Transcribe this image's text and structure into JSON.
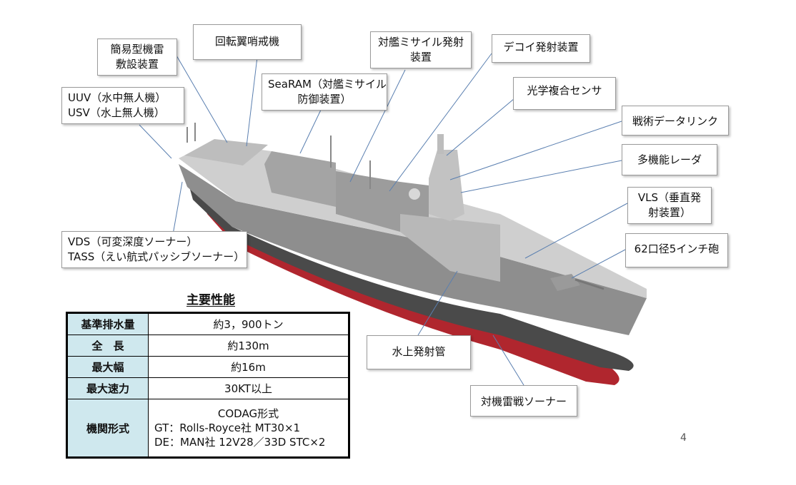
{
  "callouts": {
    "mine": [
      "簡易型機雷",
      "敷設装置"
    ],
    "heli": [
      "回転翼哨戒機"
    ],
    "asm": [
      "対艦ミサイル発射",
      "装置"
    ],
    "decoy": [
      "デコイ発射装置"
    ],
    "searam": [
      "SeaRAM（対艦ミサイル",
      "防御装置）"
    ],
    "uuv": [
      "UUV（水中無人機）",
      "USV（水上無人機）"
    ],
    "optical": [
      "光学複合センサ"
    ],
    "datalink": [
      "戦術データリンク"
    ],
    "radar": [
      "多機能レーダ"
    ],
    "vls": [
      "VLS（垂直発",
      "射装置）"
    ],
    "gun": [
      "62口径5インチ砲"
    ],
    "vds": [
      "VDS（可変深度ソーナー）",
      "TASS（えい航式パッシブソーナー）"
    ],
    "torpedo": [
      "水上発射管"
    ],
    "sonar": [
      "対機雷戦ソーナー"
    ]
  },
  "specs": {
    "title": "主要性能",
    "rows": [
      {
        "label": "基準排水量",
        "value": [
          "約3，900トン"
        ]
      },
      {
        "label": "全　長",
        "value": [
          "約130m"
        ]
      },
      {
        "label": "最大幅",
        "value": [
          "約16m"
        ]
      },
      {
        "label": "最大速力",
        "value": [
          "30KT以上"
        ]
      },
      {
        "label": "機関形式",
        "value": [
          "CODAG形式",
          "GT：Rolls-Royce社 MT30×1",
          "DE：MAN社 12V28／33D STC×2"
        ]
      }
    ]
  },
  "page_number": "4",
  "colors": {
    "hull_gray": "#a9a9a9",
    "hull_dark": "#5c5c5c",
    "hull_red": "#b0262e",
    "table_header": "#cfe8ee",
    "leader_line": "#5a7fb0"
  }
}
